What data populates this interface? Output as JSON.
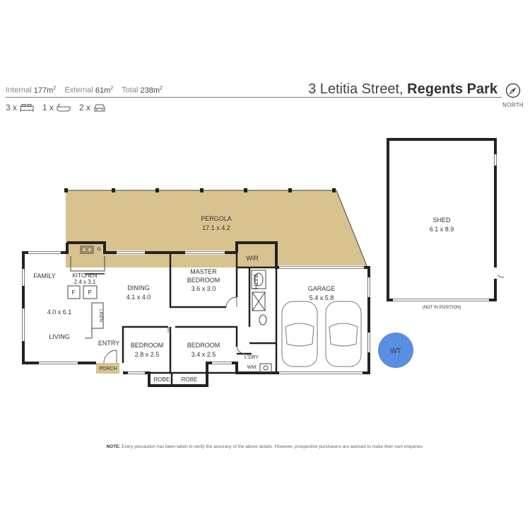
{
  "areas": {
    "internal_label": "Internal",
    "internal_value": "177m",
    "external_label": "External",
    "external_value": "61m",
    "total_label": "Total",
    "total_value": "238m",
    "unit_sup": "2"
  },
  "address": {
    "street": "3 Letitia Street,",
    "suburb": "Regents Park"
  },
  "counts": {
    "bedrooms": "3 x",
    "bathrooms": "1 x",
    "cars": "2 x"
  },
  "compass": {
    "label": "NORTH"
  },
  "rooms": {
    "pergola": {
      "name": "PERGOLA",
      "dims": "17.1 x 4.2"
    },
    "family": {
      "name": "FAMILY"
    },
    "kitchen": {
      "name": "KITCHEN",
      "dims": "2.4 x 3.1"
    },
    "fridge": "F",
    "pantry": "P",
    "living": {
      "dims": "4.0 x 6.1",
      "name": "LIVING"
    },
    "linen": "LINEN",
    "dining": {
      "name": "DINING",
      "dims": "4.1 x 4.0"
    },
    "master": {
      "name1": "MASTER",
      "name2": "BEDROOM",
      "dims": "3.6 x 3.0"
    },
    "wir": "WIR",
    "bath": "BATH",
    "garage": {
      "name": "GARAGE",
      "dims": "5.4 x 5.8"
    },
    "entry": "ENTRY",
    "porch": "PORCH",
    "bedroom2": {
      "name": "BEDROOM",
      "dims": "2.8 x 2.5"
    },
    "bedroom3": {
      "name": "BEDROOM",
      "dims": "3.4 x 2.5"
    },
    "robe1": "ROBE",
    "robe2": "ROBE",
    "ldry": "L'DRY",
    "wm": "WM",
    "shed": {
      "name": "SHED",
      "dims": "6.1 x 8.9",
      "note": "(NOT IN POSITION)"
    },
    "wt": "WT"
  },
  "note": {
    "label": "NOTE:",
    "text": "Every precaution has been taken to verify the accuracy of the above details. However, prospective purchasers are advised to make their own enquiries."
  },
  "colors": {
    "pergola_fill": "#d8c28e",
    "porch_fill": "#d8c28e",
    "water_tank": "#5a8ee0",
    "wall": "#222222"
  }
}
